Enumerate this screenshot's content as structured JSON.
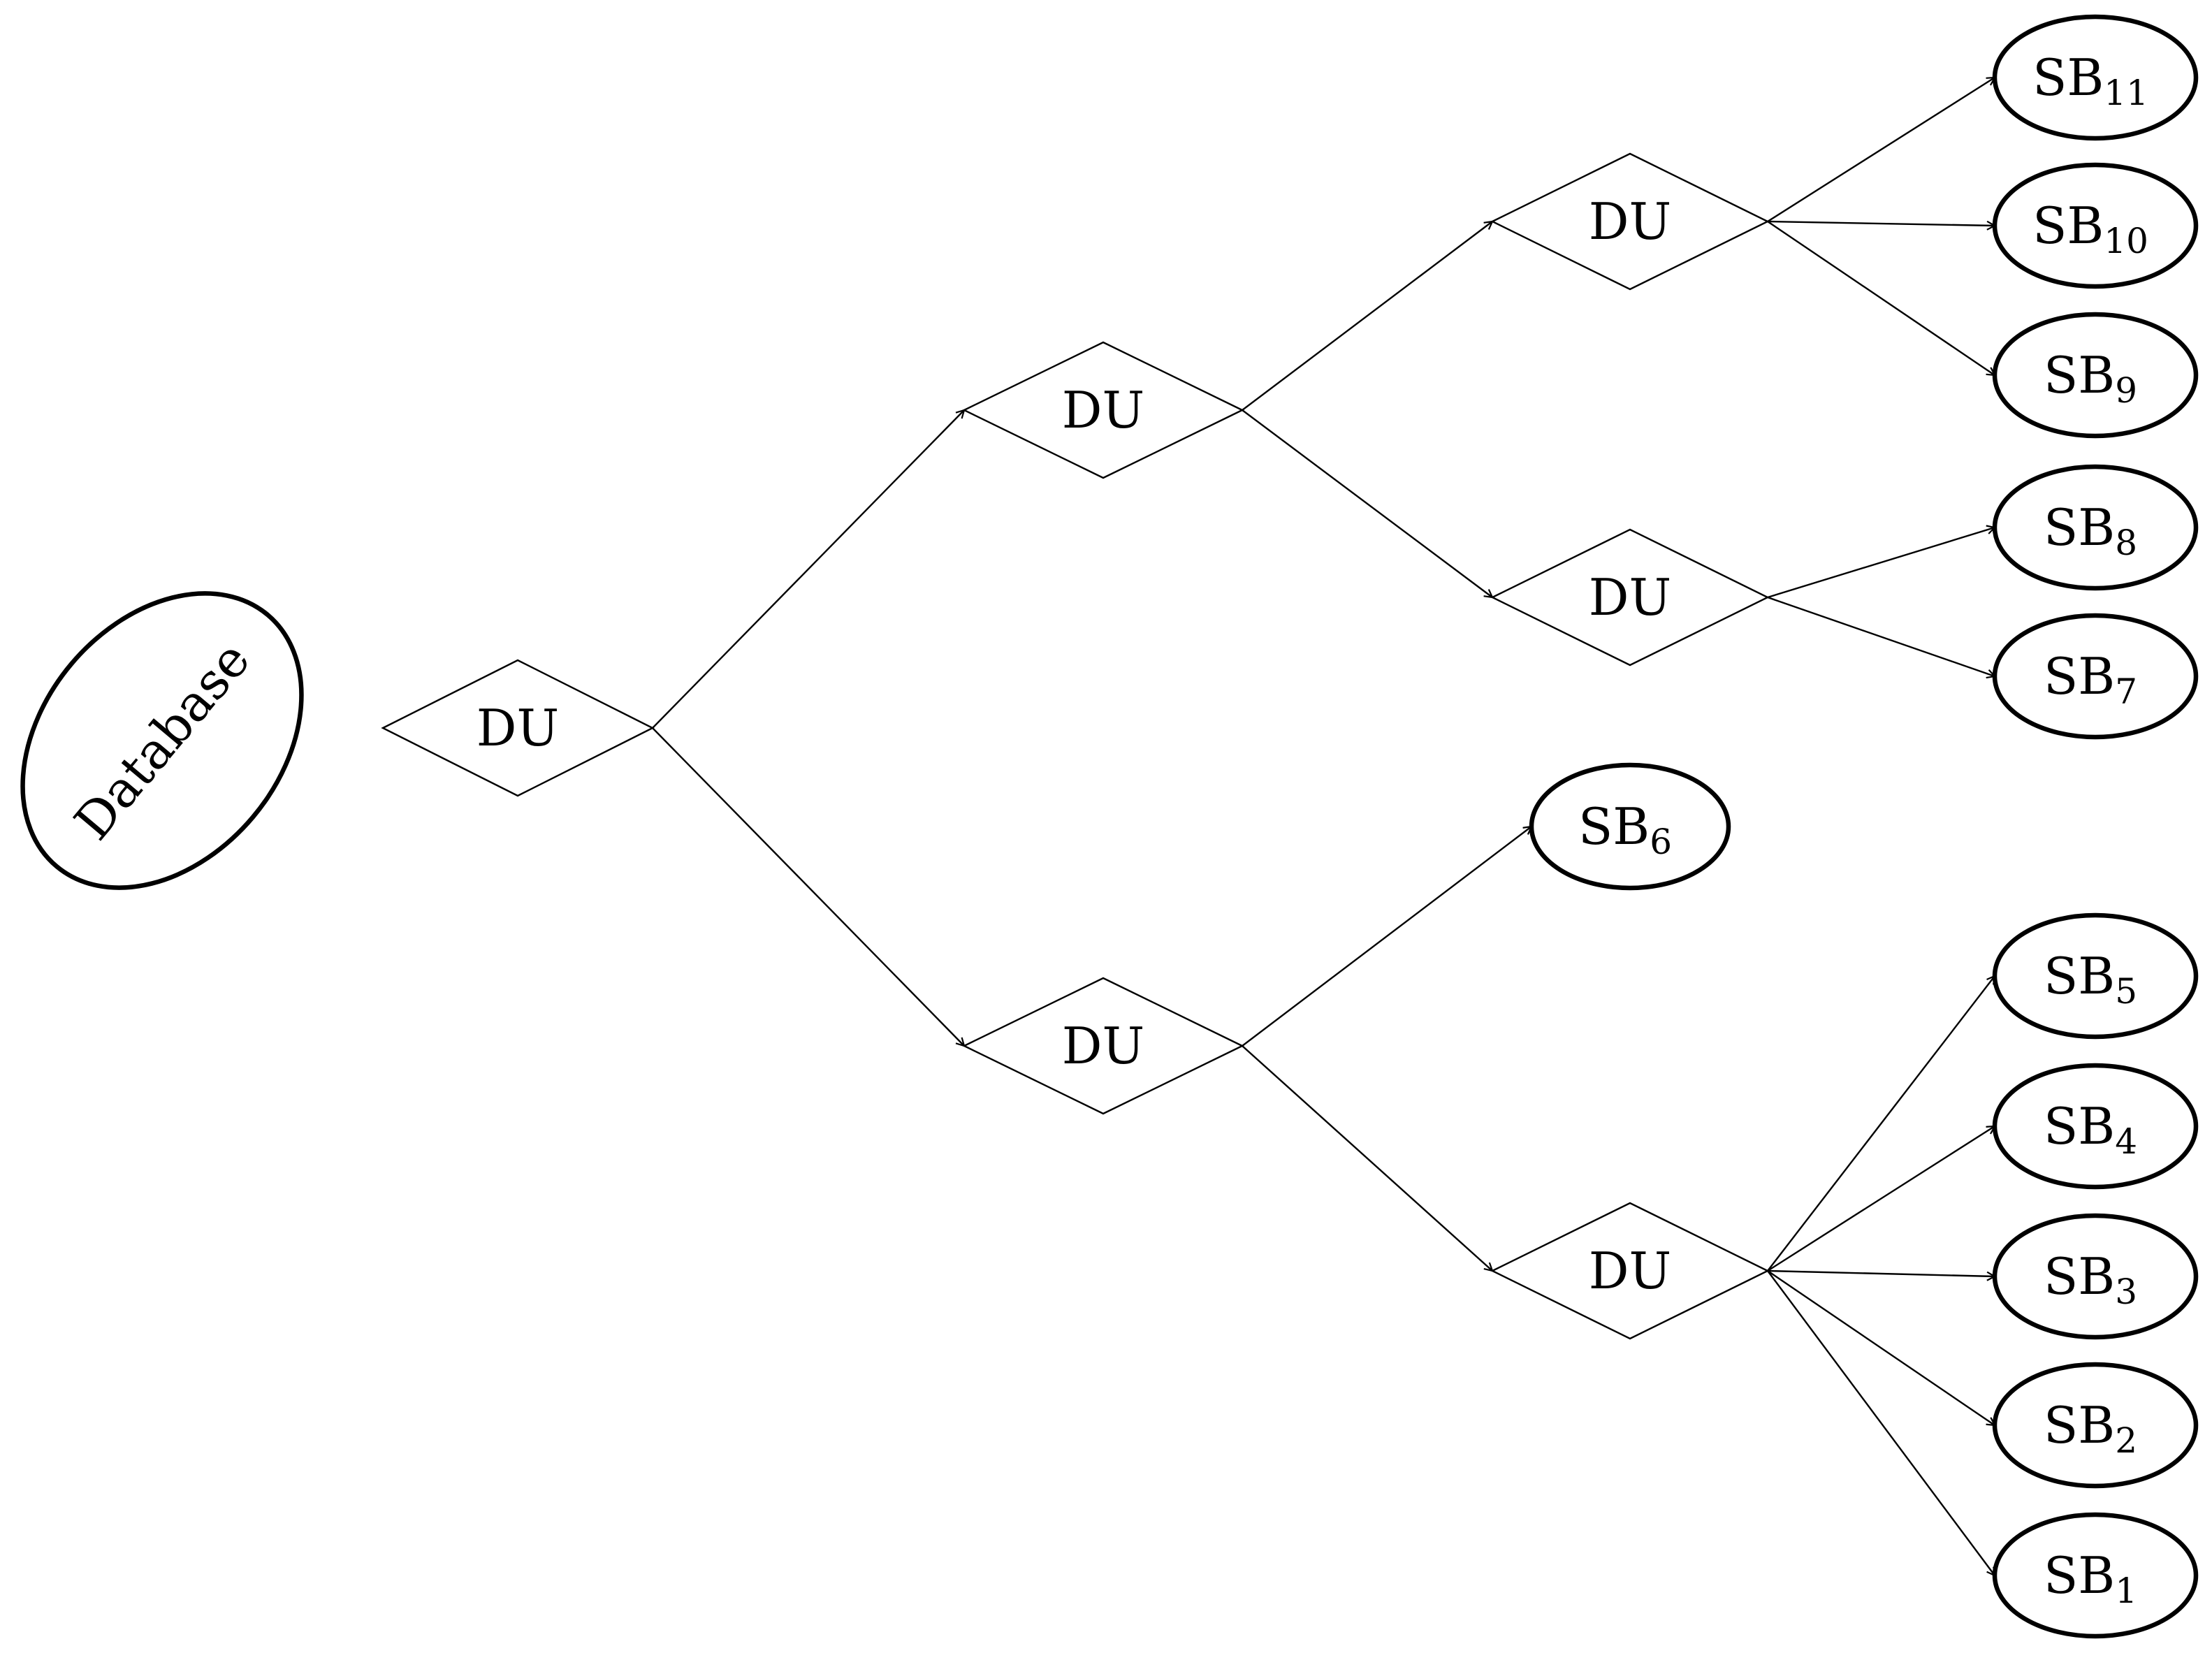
{
  "colors": {
    "stroke": "#000000",
    "background": "#ffffff"
  },
  "root": {
    "id": "db",
    "label": "Database"
  },
  "decisions": [
    {
      "id": "du1",
      "label": "DU"
    },
    {
      "id": "du2",
      "label": "DU"
    },
    {
      "id": "du3",
      "label": "DU"
    },
    {
      "id": "du4",
      "label": "DU"
    },
    {
      "id": "du5",
      "label": "DU"
    },
    {
      "id": "du6",
      "label": "DU"
    }
  ],
  "leaves": [
    {
      "id": "sb11",
      "base": "SB",
      "sub": "11"
    },
    {
      "id": "sb10",
      "base": "SB",
      "sub": "10"
    },
    {
      "id": "sb9",
      "base": "SB",
      "sub": "9"
    },
    {
      "id": "sb8",
      "base": "SB",
      "sub": "8"
    },
    {
      "id": "sb7",
      "base": "SB",
      "sub": "7"
    },
    {
      "id": "sb6",
      "base": "SB",
      "sub": "6"
    },
    {
      "id": "sb5",
      "base": "SB",
      "sub": "5"
    },
    {
      "id": "sb4",
      "base": "SB",
      "sub": "4"
    },
    {
      "id": "sb3",
      "base": "SB",
      "sub": "3"
    },
    {
      "id": "sb2",
      "base": "SB",
      "sub": "2"
    },
    {
      "id": "sb1",
      "base": "SB",
      "sub": "1"
    }
  ],
  "edges": [
    {
      "from": "du1",
      "to": "du2"
    },
    {
      "from": "du1",
      "to": "du3"
    },
    {
      "from": "du2",
      "to": "du4"
    },
    {
      "from": "du2",
      "to": "du5"
    },
    {
      "from": "du3",
      "to": "sb6"
    },
    {
      "from": "du3",
      "to": "du6"
    },
    {
      "from": "du4",
      "to": "sb11"
    },
    {
      "from": "du4",
      "to": "sb10"
    },
    {
      "from": "du4",
      "to": "sb9"
    },
    {
      "from": "du5",
      "to": "sb8"
    },
    {
      "from": "du5",
      "to": "sb7"
    },
    {
      "from": "du6",
      "to": "sb5"
    },
    {
      "from": "du6",
      "to": "sb4"
    },
    {
      "from": "du6",
      "to": "sb3"
    },
    {
      "from": "du6",
      "to": "sb2"
    },
    {
      "from": "du6",
      "to": "sb1"
    }
  ]
}
